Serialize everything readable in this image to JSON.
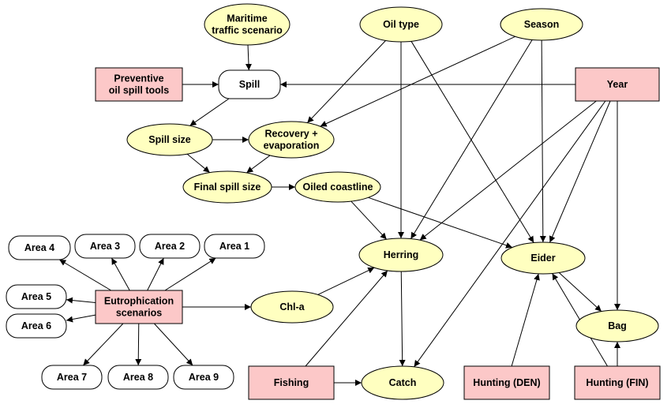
{
  "nodes": {
    "maritime": [
      "Maritime",
      "traffic scenario"
    ],
    "preventive": [
      "Preventive",
      "oil spill tools"
    ],
    "spill": [
      "Spill"
    ],
    "spill_size": [
      "Spill size"
    ],
    "recovery": [
      "Recovery +",
      "evaporation"
    ],
    "final_spill": [
      "Final spill size"
    ],
    "oiled": [
      "Oiled coastline"
    ],
    "oil_type": [
      "Oil type"
    ],
    "season": [
      "Season"
    ],
    "year": [
      "Year"
    ],
    "herring": [
      "Herring"
    ],
    "eider": [
      "Eider"
    ],
    "bag": [
      "Bag"
    ],
    "catch": [
      "Catch"
    ],
    "fishing": [
      "Fishing"
    ],
    "hunt_den": [
      "Hunting (DEN)"
    ],
    "hunt_fin": [
      "Hunting (FIN)"
    ],
    "eutro": [
      "Eutrophication",
      "scenarios"
    ],
    "chla": [
      "Chl-a"
    ],
    "area1": [
      "Area 1"
    ],
    "area2": [
      "Area 2"
    ],
    "area3": [
      "Area 3"
    ],
    "area4": [
      "Area 4"
    ],
    "area5": [
      "Area 5"
    ],
    "area6": [
      "Area 6"
    ],
    "area7": [
      "Area 7"
    ],
    "area8": [
      "Area 8"
    ],
    "area9": [
      "Area 9"
    ]
  },
  "shapes": {
    "maritime": "ellipse",
    "preventive": "rect",
    "spill": "rounded",
    "spill_size": "ellipse",
    "recovery": "ellipse",
    "final_spill": "ellipse",
    "oiled": "ellipse",
    "oil_type": "ellipse",
    "season": "ellipse",
    "year": "rect",
    "herring": "ellipse",
    "eider": "ellipse",
    "bag": "ellipse",
    "catch": "ellipse",
    "fishing": "rect",
    "hunt_den": "rect",
    "hunt_fin": "rect",
    "eutro": "rect",
    "chla": "ellipse",
    "area1": "rounded",
    "area2": "rounded",
    "area3": "rounded",
    "area4": "rounded",
    "area5": "rounded",
    "area6": "rounded",
    "area7": "rounded",
    "area8": "rounded",
    "area9": "rounded"
  },
  "edges": [
    [
      "maritime",
      "spill"
    ],
    [
      "preventive",
      "spill"
    ],
    [
      "year",
      "spill"
    ],
    [
      "spill",
      "spill_size"
    ],
    [
      "spill_size",
      "recovery"
    ],
    [
      "spill_size",
      "final_spill"
    ],
    [
      "recovery",
      "final_spill"
    ],
    [
      "final_spill",
      "oiled"
    ],
    [
      "oil_type",
      "recovery"
    ],
    [
      "season",
      "recovery"
    ],
    [
      "oil_type",
      "herring"
    ],
    [
      "oil_type",
      "eider"
    ],
    [
      "season",
      "herring"
    ],
    [
      "season",
      "eider"
    ],
    [
      "year",
      "herring"
    ],
    [
      "year",
      "eider"
    ],
    [
      "year",
      "bag"
    ],
    [
      "year",
      "catch"
    ],
    [
      "oiled",
      "herring"
    ],
    [
      "oiled",
      "eider"
    ],
    [
      "chla",
      "herring"
    ],
    [
      "herring",
      "catch"
    ],
    [
      "fishing",
      "catch"
    ],
    [
      "fishing",
      "herring"
    ],
    [
      "eider",
      "bag"
    ],
    [
      "hunt_den",
      "eider"
    ],
    [
      "hunt_fin",
      "eider"
    ],
    [
      "hunt_fin",
      "bag"
    ],
    [
      "eutro",
      "chla"
    ],
    [
      "eutro",
      "area1"
    ],
    [
      "eutro",
      "area2"
    ],
    [
      "eutro",
      "area3"
    ],
    [
      "eutro",
      "area4"
    ],
    [
      "eutro",
      "area5"
    ],
    [
      "eutro",
      "area6"
    ],
    [
      "eutro",
      "area7"
    ],
    [
      "eutro",
      "area8"
    ],
    [
      "eutro",
      "area9"
    ]
  ]
}
